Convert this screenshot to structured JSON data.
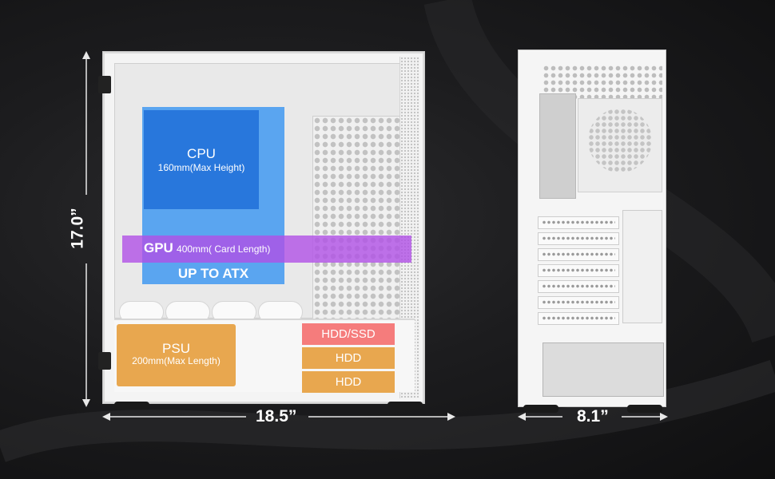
{
  "dimensions": {
    "height": "17.0”",
    "depth": "18.5”",
    "width": "8.1”"
  },
  "cpu": {
    "title": "CPU",
    "spec": "160mm(Max Height)"
  },
  "gpu": {
    "title": "GPU",
    "spec": "400mm( Card Length)"
  },
  "motherboard": {
    "label": "UP TO ATX"
  },
  "psu": {
    "title": "PSU",
    "spec": "200mm(Max Length)"
  },
  "drives": [
    "HDD/SSD",
    "HDD",
    "HDD"
  ],
  "colors": {
    "cpu": "#2877dc",
    "cpu_area": "#5aa5f0",
    "gpu": "#b050e6",
    "psu": "#e8a74f",
    "hdd_ssd": "#f57c7c",
    "hdd": "#e8a74f",
    "background": "#1c1c1e",
    "case": "#f4f4f4"
  }
}
